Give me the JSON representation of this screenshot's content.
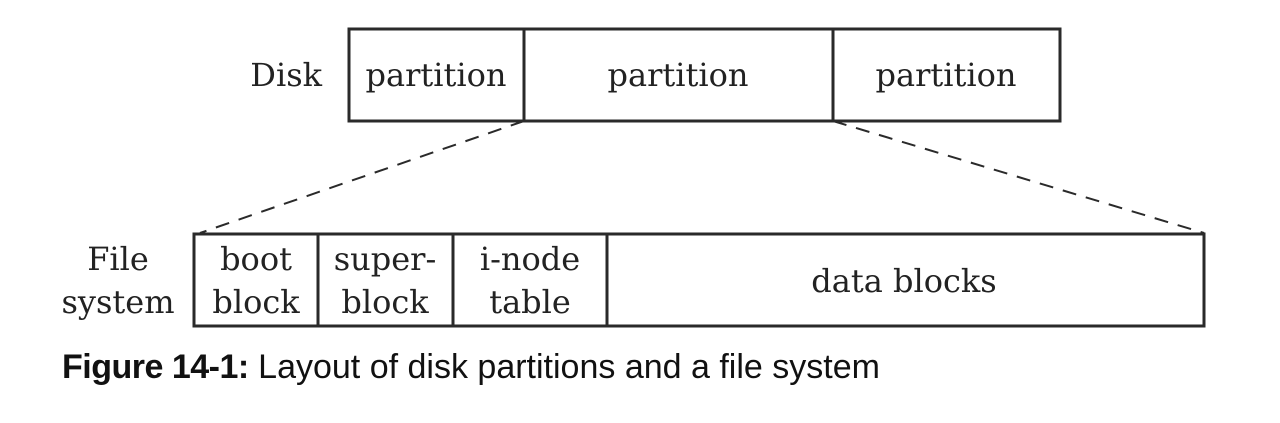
{
  "disk": {
    "label": "Disk",
    "partitions": [
      "partition",
      "partition",
      "partition"
    ]
  },
  "file_system": {
    "label_line1": "File",
    "label_line2": "system",
    "boot_line1": "boot",
    "boot_line2": "block",
    "super_line1": "super-",
    "super_line2": "block",
    "inode_line1": "i-node",
    "inode_line2": "table",
    "data": "data blocks"
  },
  "caption": {
    "label": "Figure 14-1:",
    "text": "Layout of disk partitions and a file system"
  }
}
